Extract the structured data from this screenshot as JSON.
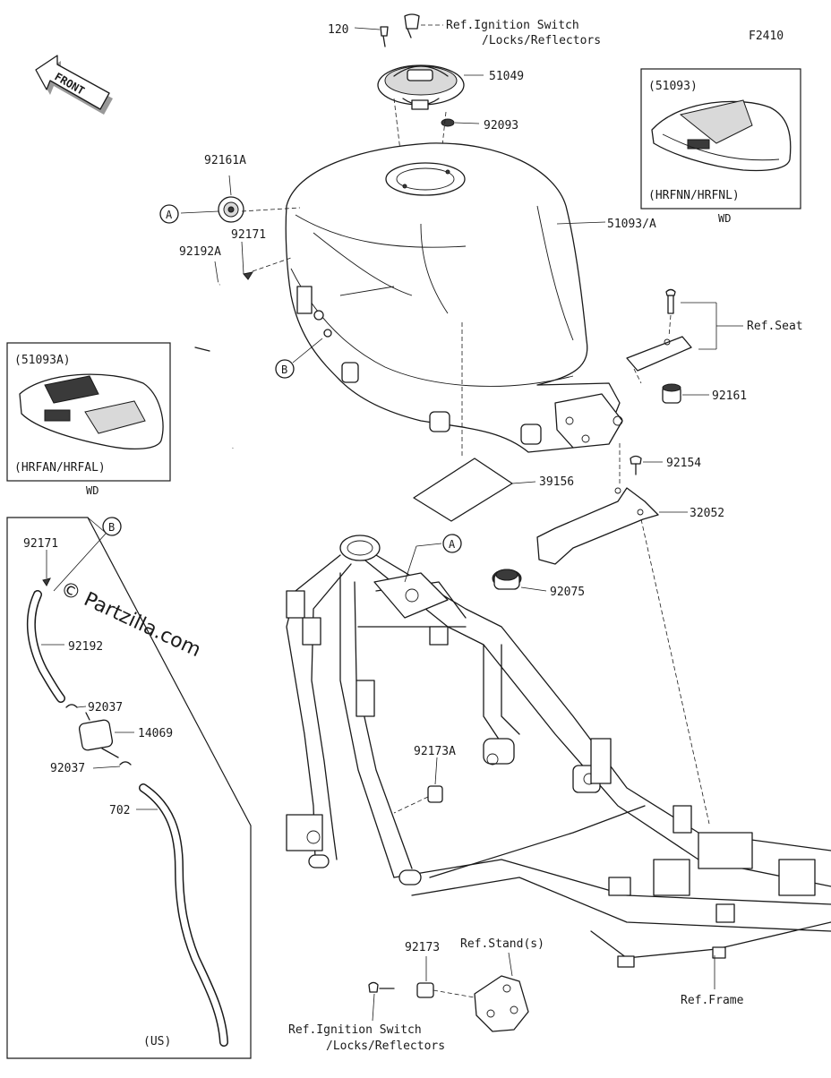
{
  "diagram": {
    "figure_code": "F2410",
    "front_label": "FRONT",
    "watermark": "© Partzilla.com",
    "parts": {
      "p120": "120",
      "p51049": "51049",
      "p92093": "92093",
      "p92161A": "92161A",
      "p92171_top": "92171",
      "p92192A": "92192A",
      "p51093A": "51093/A",
      "p92161": "92161",
      "p92154": "92154",
      "p39156": "39156",
      "p32052": "32052",
      "p92075": "92075",
      "p92173A": "92173A",
      "p92173": "92173",
      "p92171_left": "92171",
      "p92192": "92192",
      "p92037_a": "92037",
      "p14069": "14069",
      "p92037_b": "92037",
      "p702": "702"
    },
    "refs": {
      "ignition_top_1": "Ref.Ignition Switch",
      "ignition_top_2": "/Locks/Reflectors",
      "seat": "Ref.Seat",
      "frame": "Ref.Frame",
      "stand": "Ref.Stand(s)",
      "ignition_bottom_1": "Ref.Ignition Switch",
      "ignition_bottom_2": "/Locks/Reflectors"
    },
    "callouts": {
      "A": "A",
      "B": "B"
    },
    "insets": {
      "right": {
        "code": "(51093)",
        "variant": "(HRFNN/HRFNL)",
        "note": "WD"
      },
      "left": {
        "code": "(51093A)",
        "variant": "(HRFAN/HRFAL)",
        "note": "WD"
      },
      "us": {
        "note": "(US)"
      }
    }
  }
}
